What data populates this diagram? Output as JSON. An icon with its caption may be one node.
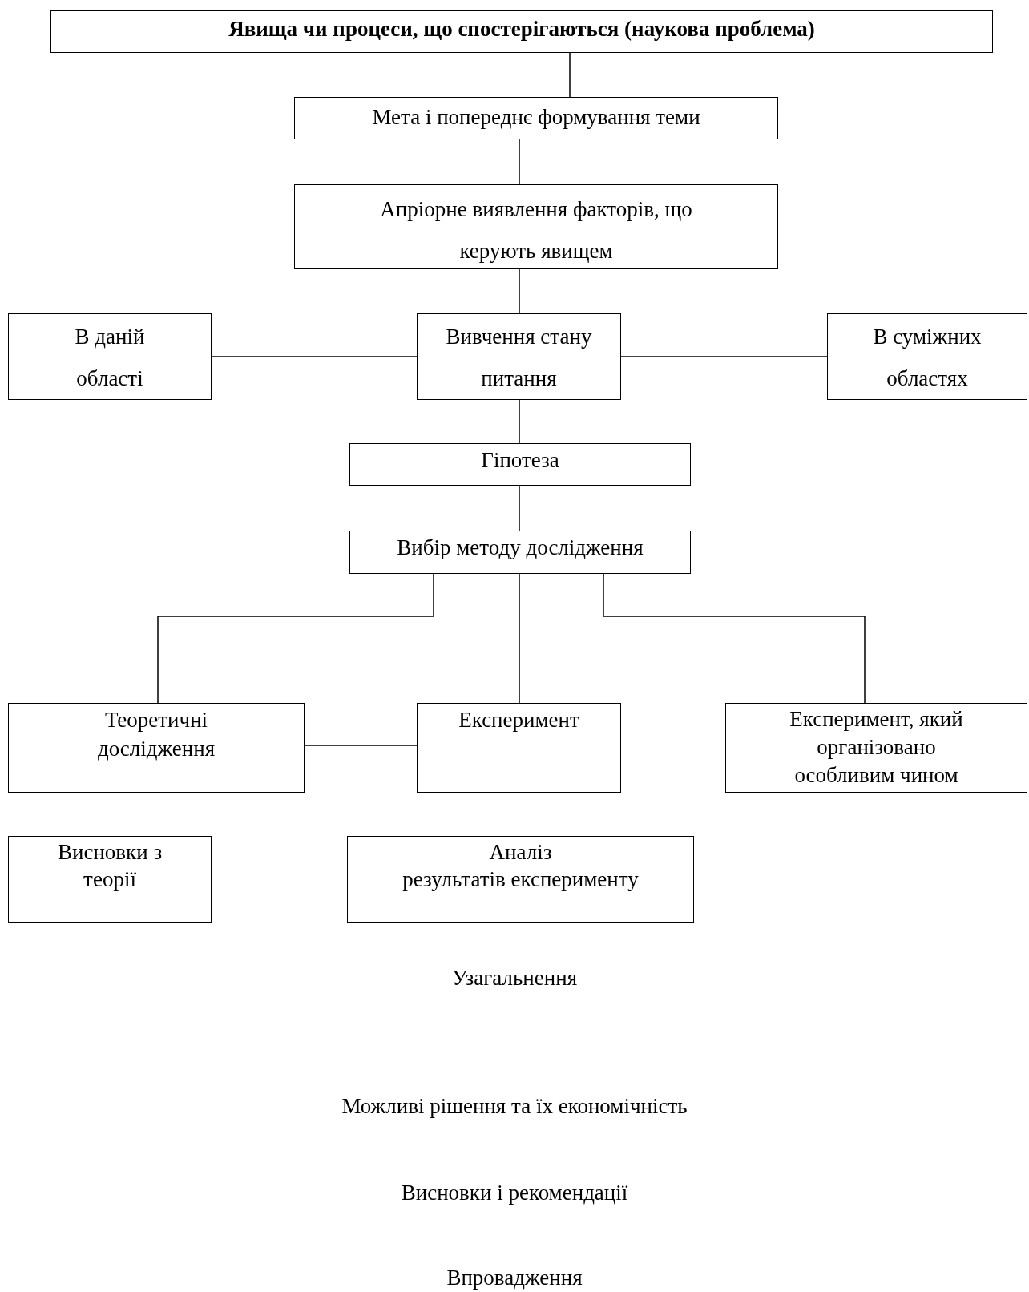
{
  "diagram": {
    "nodes": [
      {
        "text": [
          "Явища чи процеси, що спостерігаються (наукова проблема)"
        ]
      },
      {
        "text": [
          "Мета і попереднє формування теми"
        ]
      },
      {
        "text": [
          "Апріорне виявлення факторів, що керують явищем"
        ]
      },
      {
        "text": [
          "В даній області"
        ]
      },
      {
        "text": [
          "Вивчення стану питання"
        ]
      },
      {
        "text": [
          "В суміжних областях"
        ]
      },
      {
        "text": [
          "Гіпотеза"
        ]
      },
      {
        "text": [
          "Вибір методу дослідження"
        ]
      },
      {
        "text": [
          "Теоретичні дослідження"
        ]
      },
      {
        "text": [
          "Експеримент"
        ]
      },
      {
        "text": [
          "Експеримент, який організовано особливим чином"
        ]
      },
      {
        "text": [
          "Висновки з теорії"
        ]
      },
      {
        "text": [
          "Аналіз",
          "результатів експерименту"
        ]
      }
    ],
    "edges": [
      {
        "from": 0,
        "to": 1,
        "arrow": "none"
      },
      {
        "from": 1,
        "to": 2,
        "arrow": "none"
      },
      {
        "from": 2,
        "to": 4,
        "arrow": "none"
      },
      {
        "from": 3,
        "to": 4,
        "arrow": "none"
      },
      {
        "from": 4,
        "to": 5,
        "arrow": "none"
      },
      {
        "from": 4,
        "to": 6,
        "arrow": "none"
      },
      {
        "from": 6,
        "to": 7,
        "arrow": "none"
      },
      {
        "from": 7,
        "to": 8,
        "arrow": "none"
      },
      {
        "from": 7,
        "to": 9,
        "arrow": "none"
      },
      {
        "from": 7,
        "to": 10,
        "arrow": "none"
      },
      {
        "from": 8,
        "to": 9,
        "arrow": "none"
      }
    ],
    "labels": [
      "Узагальнення",
      "Можливі рішення та їх економічність",
      "Висновки і рекомендації",
      "Впровадження"
    ]
  }
}
